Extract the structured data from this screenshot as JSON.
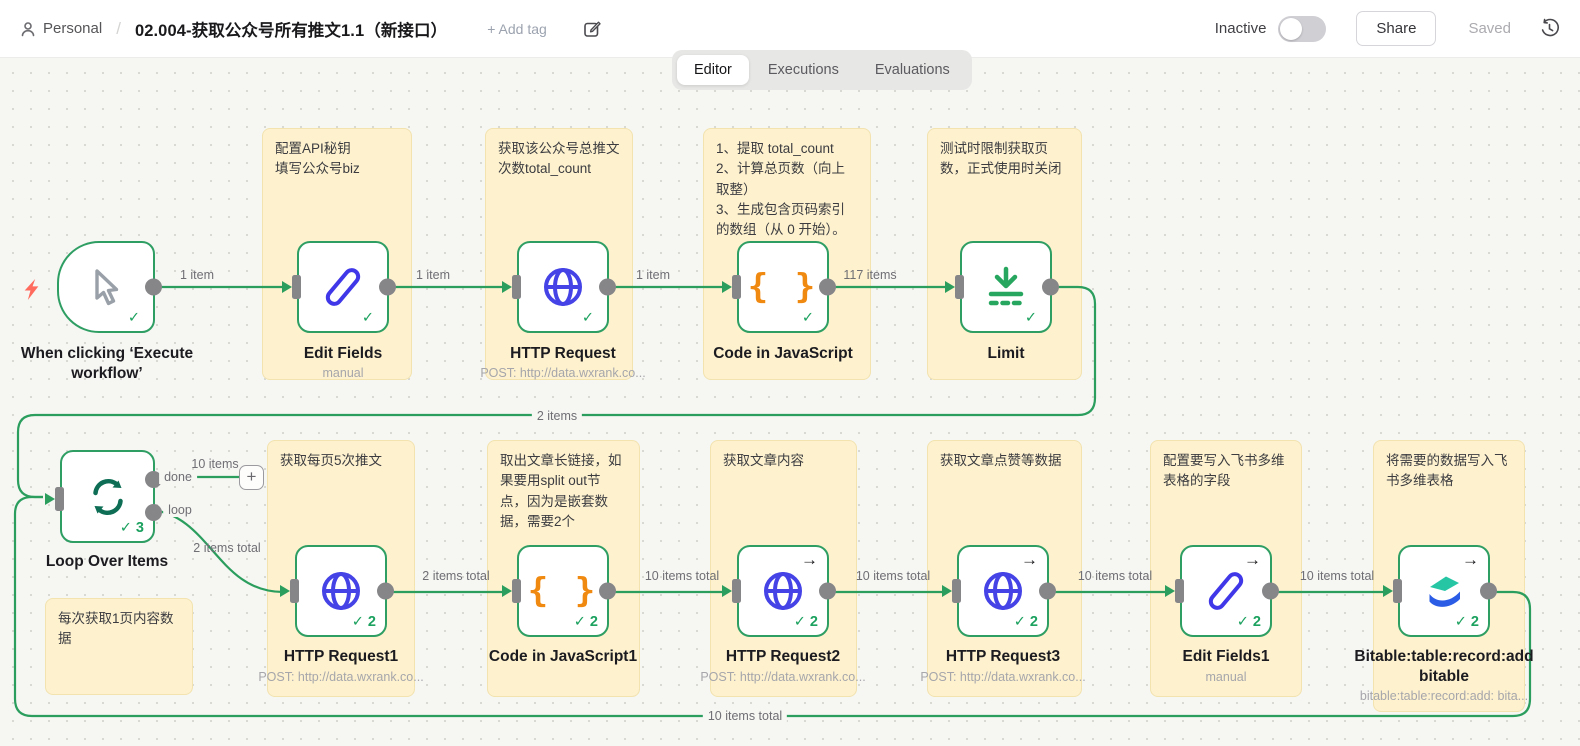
{
  "header": {
    "project": "Personal",
    "separator": "/",
    "title": "02.004-获取公众号所有推文1.1（新接口）",
    "add_tag": "+ Add tag",
    "status_label": "Inactive",
    "share_label": "Share",
    "saved_label": "Saved"
  },
  "tabs": {
    "editor": "Editor",
    "executions": "Executions",
    "evaluations": "Evaluations",
    "active": "Editor"
  },
  "icons": {
    "check": "✓",
    "arrow_right": "→",
    "plus": "+"
  },
  "colors": {
    "edge_green": "#2b9e5e",
    "node_border": "#2f9e63",
    "check_green": "#1ca15f",
    "sticky_bg": "#fdf1ce",
    "icon_blue": "#4543e6",
    "icon_orange": "#f0890f",
    "icon_dark_teal": "#0d6e55",
    "bolt_red": "#ff6b5c"
  },
  "stickies": [
    {
      "text": "配置API秘钥\n填写公众号biz"
    },
    {
      "text": "获取该公众号总推文次数total_count"
    },
    {
      "text": "1、提取 total_count\n2、计算总页数（向上取整）\n3、生成包含页码索引的数组（从 0 开始）。"
    },
    {
      "text": "测试时限制获取页数，正式使用时关闭"
    },
    {
      "text": "每次获取1页内容数据"
    },
    {
      "text": "获取每页5次推文"
    },
    {
      "text": "取出文章长链接，如果要用split out节点，因为是嵌套数据，需要2个"
    },
    {
      "text": "获取文章内容"
    },
    {
      "text": "获取文章点赞等数据"
    },
    {
      "text": "配置要写入飞书多维表格的字段"
    },
    {
      "text": "将需要的数据写入飞书多维表格"
    }
  ],
  "nodes": [
    {
      "label": "When clicking ‘Execute workflow’",
      "sublabel": "",
      "count": ""
    },
    {
      "label": "Edit Fields",
      "sublabel": "manual",
      "count": ""
    },
    {
      "label": "HTTP Request",
      "sublabel": "POST: http://data.wxrank.co...",
      "count": ""
    },
    {
      "label": "Code in JavaScript",
      "sublabel": "",
      "count": ""
    },
    {
      "label": "Limit",
      "sublabel": "",
      "count": ""
    },
    {
      "label": "Loop Over Items",
      "sublabel": "",
      "count": "3"
    },
    {
      "label": "HTTP Request1",
      "sublabel": "POST: http://data.wxrank.co...",
      "count": "2"
    },
    {
      "label": "Code in JavaScript1",
      "sublabel": "",
      "count": "2"
    },
    {
      "label": "HTTP Request2",
      "sublabel": "POST: http://data.wxrank.co...",
      "count": "2"
    },
    {
      "label": "HTTP Request3",
      "sublabel": "POST: http://data.wxrank.co...",
      "count": "2"
    },
    {
      "label": "Edit Fields1",
      "sublabel": "manual",
      "count": "2"
    },
    {
      "label": "Bitable:table:record:add bitable",
      "sublabel": "bitable:table:record:add: bita...",
      "count": "2"
    }
  ],
  "edge_labels": [
    {
      "text": "1 item"
    },
    {
      "text": "1 item"
    },
    {
      "text": "1 item"
    },
    {
      "text": "117 items"
    },
    {
      "text": "2 items"
    },
    {
      "text": "10 items"
    },
    {
      "text": "done"
    },
    {
      "text": "loop"
    },
    {
      "text": "2 items total"
    },
    {
      "text": "2 items total"
    },
    {
      "text": "10 items total"
    },
    {
      "text": "10 items total"
    },
    {
      "text": "10 items total"
    },
    {
      "text": "10 items total"
    },
    {
      "text": "10 items total"
    }
  ]
}
